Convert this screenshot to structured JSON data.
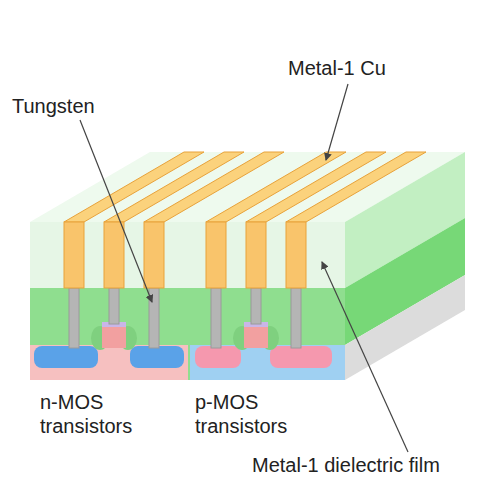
{
  "diagram": {
    "labels": [
      "Metal-1 Cu",
      "Tungsten",
      "n-MOS transistors",
      "p-MOS transistors",
      "Metal-1 dielectric film"
    ]
  }
}
